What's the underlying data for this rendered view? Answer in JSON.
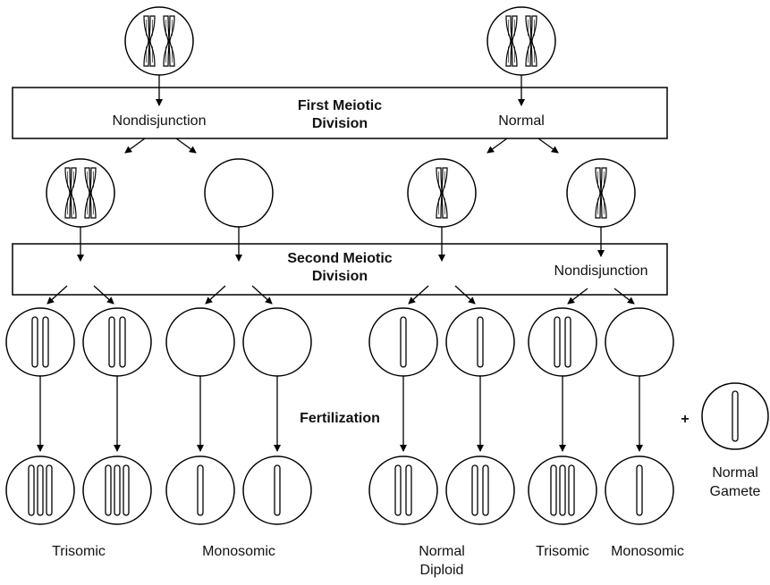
{
  "diagram": {
    "title_first_line1": "First Meiotic",
    "title_first_line2": "Division",
    "title_second_line1": "Second Meiotic",
    "title_second_line2": "Division",
    "left_event_first": "Nondisjunction",
    "right_event_first": "Normal",
    "right_event_second": "Nondisjunction",
    "fertilization": "Fertilization",
    "plus": "+",
    "gamete_label_line1": "Normal",
    "gamete_label_line2": "Gamete",
    "results": {
      "trisomic_left": "Trisomic",
      "monosomic_left": "Monosomic",
      "normal_line1": "Normal",
      "normal_line2": "Diploid",
      "trisomic_right": "Trisomic",
      "monosomic_right": "Monosomic"
    }
  }
}
